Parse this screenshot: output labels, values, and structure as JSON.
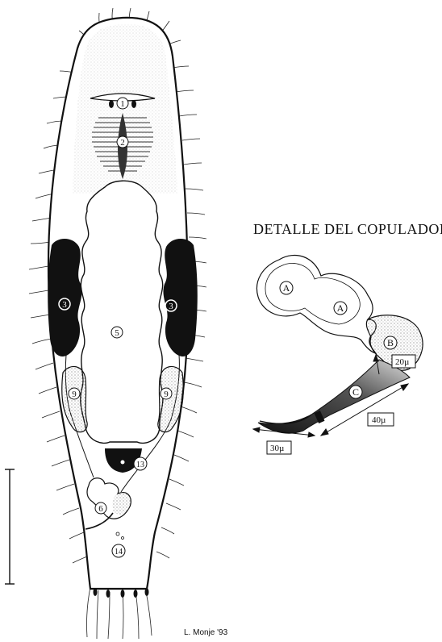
{
  "figure": {
    "detail_title": "DETALLE DEL COPULADOR",
    "author_credit": "L. Monje '93",
    "body_labels": {
      "label_1": "1",
      "label_2": "2",
      "label_3_left": "3",
      "label_3_right": "3",
      "label_5": "5",
      "label_6": "6",
      "label_9_left": "9",
      "label_9_right": "9",
      "label_13": "13",
      "label_14": "14"
    },
    "copulator_parts": {
      "part_a_upper": "A",
      "part_a_lower": "A",
      "part_b": "B",
      "part_c": "C"
    },
    "measurements": {
      "m_20": "20µ",
      "m_40": "40µ",
      "m_30": "30µ"
    },
    "colors": {
      "ink": "#111111",
      "fill_dark": "#111111",
      "paper": "#ffffff",
      "stipple": "#777777"
    }
  }
}
